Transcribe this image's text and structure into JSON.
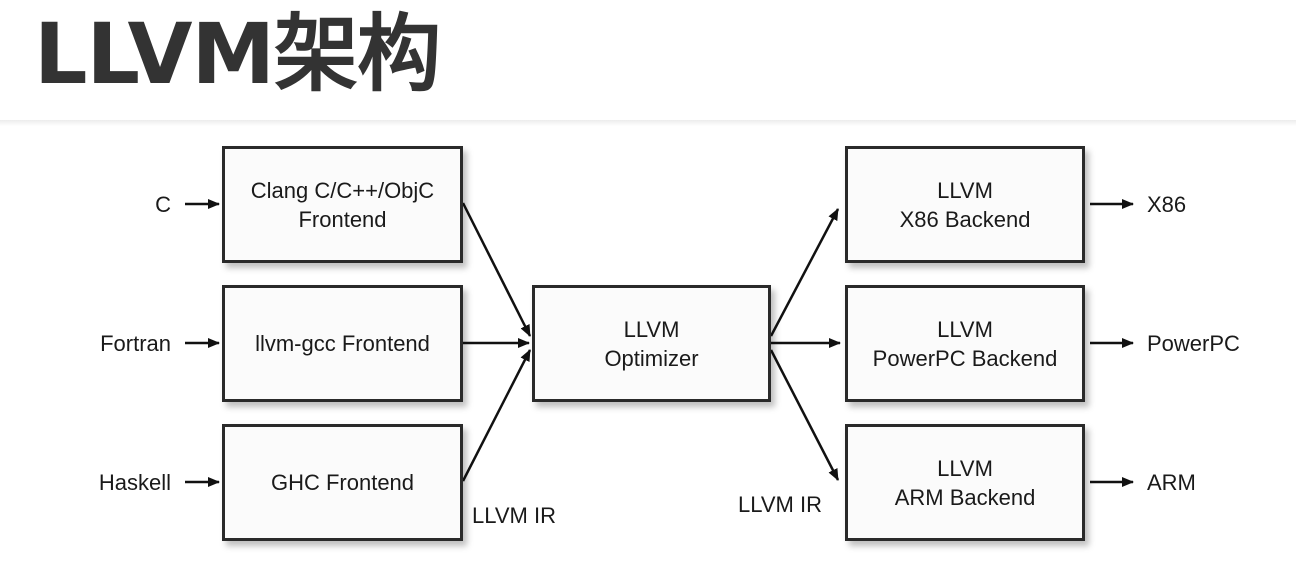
{
  "title": "LLVM架构",
  "inputs": [
    "C",
    "Fortran",
    "Haskell"
  ],
  "frontends": [
    {
      "line1": "Clang C/C++/ObjC",
      "line2": "Frontend"
    },
    {
      "line1": "llvm-gcc Frontend",
      "line2": ""
    },
    {
      "line1": "GHC Frontend",
      "line2": ""
    }
  ],
  "optimizer": {
    "line1": "LLVM",
    "line2": "Optimizer"
  },
  "backends": [
    {
      "line1": "LLVM",
      "line2": "X86 Backend"
    },
    {
      "line1": "LLVM",
      "line2": "PowerPC Backend"
    },
    {
      "line1": "LLVM",
      "line2": "ARM Backend"
    }
  ],
  "outputs": [
    "X86",
    "PowerPC",
    "ARM"
  ],
  "ir_labels": [
    "LLVM IR",
    "LLVM IR"
  ]
}
